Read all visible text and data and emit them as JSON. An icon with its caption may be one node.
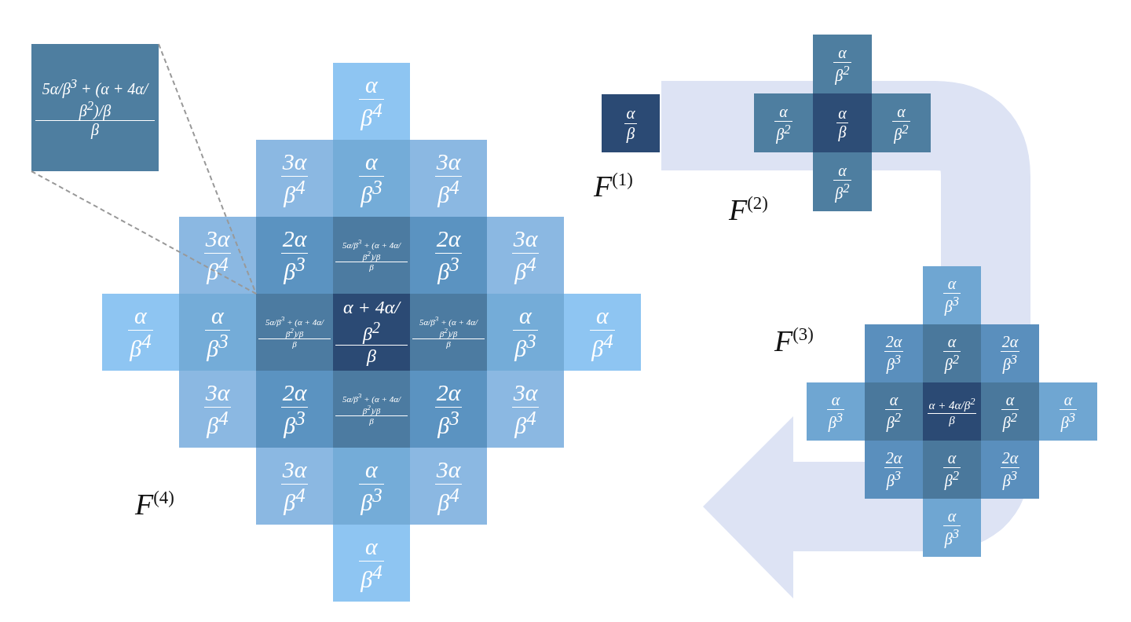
{
  "diagram": {
    "nodes": [
      {
        "text": [
          "5α/β$^{3}$ + (α + 4α/β$^{2}$)/β",
          "β"
        ]
      },
      {
        "text": [
          "α",
          "β$^{4}$"
        ]
      },
      {
        "text": [
          "3α",
          "β$^{4}$"
        ]
      },
      {
        "text": [
          "α",
          "β$^{3}$"
        ]
      },
      {
        "text": [
          "3α",
          "β$^{4}$"
        ]
      },
      {
        "text": [
          "3α",
          "β$^{4}$"
        ]
      },
      {
        "text": [
          "2α",
          "β$^{3}$"
        ]
      },
      {
        "text": [
          "5α/β$^{3}$ + (α + 4α/β$^{2}$)/β",
          "β"
        ]
      },
      {
        "text": [
          "2α",
          "β$^{3}$"
        ]
      },
      {
        "text": [
          "3α",
          "β$^{4}$"
        ]
      },
      {
        "text": [
          "α",
          "β$^{4}$"
        ]
      },
      {
        "text": [
          "α",
          "β$^{3}$"
        ]
      },
      {
        "text": [
          "5α/β$^{3}$ + (α + 4α/β$^{2}$)/β",
          "β"
        ]
      },
      {
        "text": [
          "α + 4α/β$^{2}$",
          "β"
        ]
      },
      {
        "text": [
          "5α/β$^{3}$ + (α + 4α/β$^{2}$)/β",
          "β"
        ]
      },
      {
        "text": [
          "α",
          "β$^{3}$"
        ]
      },
      {
        "text": [
          "α",
          "β$^{4}$"
        ]
      },
      {
        "text": [
          "3α",
          "β$^{4}$"
        ]
      },
      {
        "text": [
          "2α",
          "β$^{3}$"
        ]
      },
      {
        "text": [
          "5α/β$^{3}$ + (α + 4α/β$^{2}$)/β",
          "β"
        ]
      },
      {
        "text": [
          "2α",
          "β$^{3}$"
        ]
      },
      {
        "text": [
          "3α",
          "β$^{4}$"
        ]
      },
      {
        "text": [
          "3α",
          "β$^{4}$"
        ]
      },
      {
        "text": [
          "α",
          "β$^{3}$"
        ]
      },
      {
        "text": [
          "3α",
          "β$^{4}$"
        ]
      },
      {
        "text": [
          "α",
          "β$^{4}$"
        ]
      },
      {
        "text": [
          "α",
          "β"
        ]
      },
      {
        "text": [
          "α",
          "β$^{2}$"
        ]
      },
      {
        "text": [
          "α",
          "β$^{2}$"
        ]
      },
      {
        "text": [
          "α",
          "β"
        ]
      },
      {
        "text": [
          "α",
          "β$^{2}$"
        ]
      },
      {
        "text": [
          "α",
          "β$^{2}$"
        ]
      },
      {
        "text": [
          "α",
          "β$^{3}$"
        ]
      },
      {
        "text": [
          "2α",
          "β$^{3}$"
        ]
      },
      {
        "text": [
          "α",
          "β$^{2}$"
        ]
      },
      {
        "text": [
          "2α",
          "β$^{3}$"
        ]
      },
      {
        "text": [
          "α",
          "β$^{3}$"
        ]
      },
      {
        "text": [
          "α",
          "β$^{2}$"
        ]
      },
      {
        "text": [
          "α + 4α/β$^{2}$",
          "β"
        ]
      },
      {
        "text": [
          "α",
          "β$^{2}$"
        ]
      },
      {
        "text": [
          "α",
          "β$^{3}$"
        ]
      },
      {
        "text": [
          "2α",
          "β$^{3}$"
        ]
      },
      {
        "text": [
          "α",
          "β$^{2}$"
        ]
      },
      {
        "text": [
          "2α",
          "β$^{3}$"
        ]
      },
      {
        "text": [
          "α",
          "β$^{3}$"
        ]
      }
    ],
    "edges": [
      {
        "from": 0,
        "to": 12,
        "arrow": "none",
        "style": "dashed"
      },
      {
        "from": 0,
        "to": 12,
        "arrow": "none",
        "style": "dashed"
      }
    ],
    "labels": [
      "*F*$^{(1)}$",
      "*F*$^{(2)}$",
      "*F*$^{(3)}$",
      "*F*$^{(4)}$"
    ]
  }
}
